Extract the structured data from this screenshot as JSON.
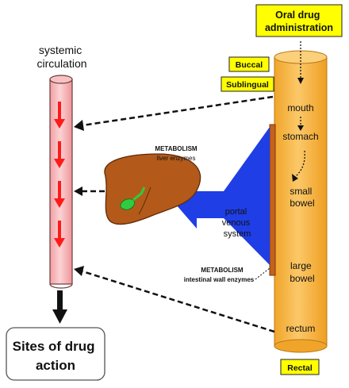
{
  "oral_drug_administration": [
    "Oral drug",
    "administration"
  ],
  "buccal": "Buccal",
  "sublingual": "Sublingual",
  "rectal": "Rectal",
  "systemic_circulation": [
    "systemic",
    "circulation"
  ],
  "gi_tract": {
    "mouth": "mouth",
    "stomach": "stomach",
    "small_bowel": [
      "small",
      "bowel"
    ],
    "large_bowel": [
      "large",
      "bowel"
    ],
    "rectum": "rectum"
  },
  "metabolism_liver": [
    "METABOLISM",
    "liver enzymes"
  ],
  "metabolism_intestinal": [
    "METABOLISM",
    "intestinal wall enzymes"
  ],
  "portal_venous_system": [
    "portal",
    "venous",
    "system"
  ],
  "sites_of_drug_action": [
    "Sites of drug",
    "action"
  ],
  "colors": {
    "label_box": "#ffff00",
    "gi_tube": "#f7b33b",
    "circulation_tube": "#f6b3b5",
    "flow_arrow": "#ff1a1a",
    "portal_arrow": "#1f3ee6",
    "liver": "#b35a1a",
    "gallbladder": "#2ecc40"
  }
}
